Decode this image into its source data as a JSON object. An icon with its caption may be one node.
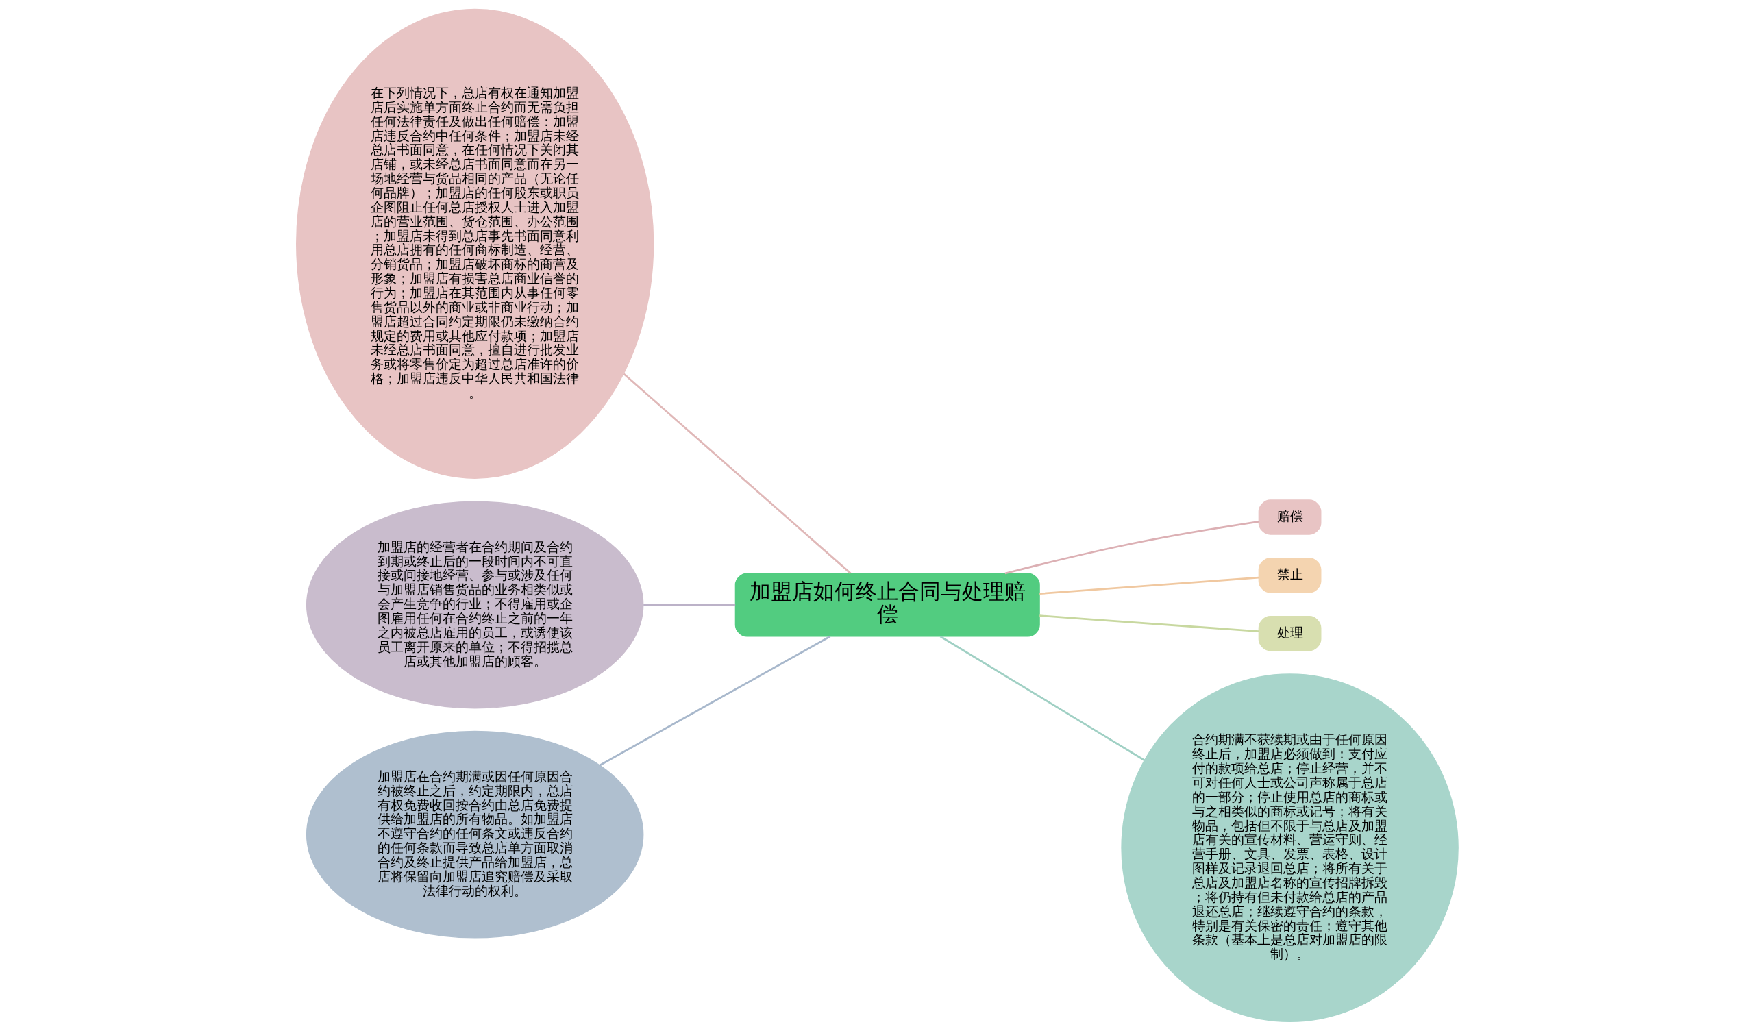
{
  "diagram": {
    "nodes": [
      {
        "text": [
          "加盟店如何终止合同与处理赔偿"
        ]
      },
      {
        "text": [
          "在下列情况下，总店有权在通知加盟店后实施单方面终止合约而无需负担任何法律责任及做出任何赔偿：加盟店违反合约中任何条件；加盟店未经总店书面同意，在任何情况下关闭其店铺，或未经总店书面同意而在另一场地经营与货品相同的产品（无论任何品牌）；加盟店的任何股东或职员企图阻止任何总店授权人士进入加盟店的营业范围、货仓范围、办公范围；加盟店未得到总店事先书面同意利用总店拥有的任何商标制造、经营、分销货品；加盟店破坏商标的商营及形象；加盟店有损害总店商业信誉的行为；加盟店在其范围内从事任何零售货品以外的商业或非商业行动；加盟店超过合同约定期限仍未缴纳合约规定的费用或其他应付款项；加盟店未经总店书面同意，擅自进行批发业务或将零售价定为超过总店准许的价格；加盟店违反中华人民共和国法律。"
        ]
      },
      {
        "text": [
          "赔偿"
        ]
      },
      {
        "text": [
          "禁止"
        ]
      },
      {
        "text": [
          "处理"
        ]
      },
      {
        "text": [
          "加盟店的经营者在合约期间及合约到期或终止后的一段时间内不可直接或间接地经营、参与或涉及任何与加盟店销售货品的业务相类似或会产生竞争的行业；不得雇用或企图雇用任何在合约终止之前的一年之内被总店雇用的员工，或诱使该员工离开原来的单位；不得招揽总店或其他加盟店的顾客。"
        ]
      },
      {
        "text": [
          "合约期满不获续期或由于任何原因终止后，加盟店必须做到：支付应付的款项给总店；停止经营，并不可对任何人士或公司声称属于总店的一部分；停止使用总店的商标或与之相类似的商标或记号；将有关物品，包括但不限于与总店及加盟店有关的宣传材料、营运守则、经营手册、文具、发票、表格、设计图样及记录退回总店；将所有关于总店及加盟店名称的宣传招牌拆毁；将仍持有但未付款给总店的产品退还总店；继续遵守合约的条款，特别是有关保密的责任；遵守其他条款（基本上是总店对加盟店的限制）。"
        ]
      },
      {
        "text": [
          "加盟店在合约期满或因任何原因合约被终止之后，约定期限内，总店有权免费收回按合约由总店免费提供给加盟店的所有物品。如加盟店不遵守合约的任何条文或违反合约的任何条款而导致总店单方面取消合约及终止提供产品给加盟店，总店将保留向加盟店追究赔偿及采取法律行动的权利。"
        ]
      }
    ],
    "edges": [
      {
        "from": 0,
        "to": 1,
        "arrow": "none",
        "color": "#e0b8b8"
      },
      {
        "from": 0,
        "to": 2,
        "arrow": "none",
        "color": "#dcb0b4"
      },
      {
        "from": 0,
        "to": 3,
        "arrow": "none",
        "color": "#f0c8a0"
      },
      {
        "from": 0,
        "to": 4,
        "arrow": "none",
        "color": "#c8d8a0"
      },
      {
        "from": 0,
        "to": 5,
        "arrow": "none",
        "color": "#bcb2c8"
      },
      {
        "from": 0,
        "to": 6,
        "arrow": "none",
        "color": "#a0d0c4"
      },
      {
        "from": 0,
        "to": 7,
        "arrow": "none",
        "color": "#a8b8cc"
      }
    ]
  }
}
